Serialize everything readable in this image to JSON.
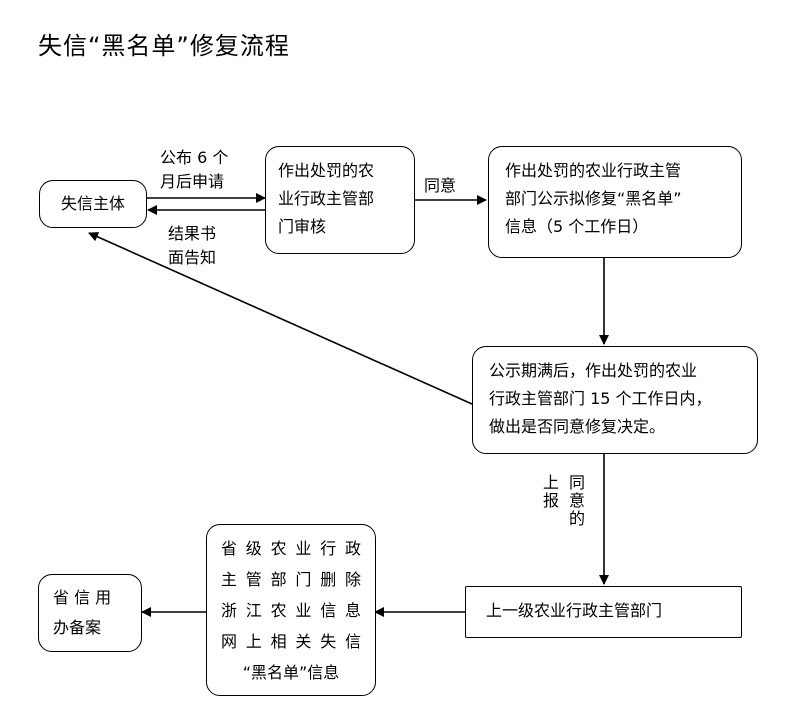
{
  "title": "失信“黑名单”修复流程",
  "nodes": {
    "subject": {
      "lines": [
        "失信主体"
      ]
    },
    "review": {
      "lines": [
        "作出处罚的农",
        "业行政主管部",
        "门审核"
      ]
    },
    "publicize": {
      "lines": [
        "作出处罚的农业行政主管",
        "部门公示拟修复“黑名单”",
        "信息（5 个工作日）"
      ]
    },
    "decide": {
      "lines": [
        "公示期满后，作出处罚的农业",
        "行政主管部门 15 个工作日内，",
        "做出是否同意修复决定。"
      ]
    },
    "superior": {
      "lines": [
        "上一级农业行政主管部门"
      ]
    },
    "province_delete": {
      "lines": [
        "省级农业行政",
        "主管部门删除",
        "浙江农业信息",
        "网上相关失信",
        "“黑名单”信息"
      ]
    },
    "province_credit": {
      "lines": [
        "省 信 用",
        "办备案"
      ]
    }
  },
  "edge_labels": {
    "apply": [
      "公布 6 个",
      "月后申请"
    ],
    "notify": [
      "结果书",
      "面告知"
    ],
    "agree": "同意",
    "report_col1": [
      "同",
      "意",
      "的"
    ],
    "report_col2": [
      "上",
      "报"
    ]
  }
}
